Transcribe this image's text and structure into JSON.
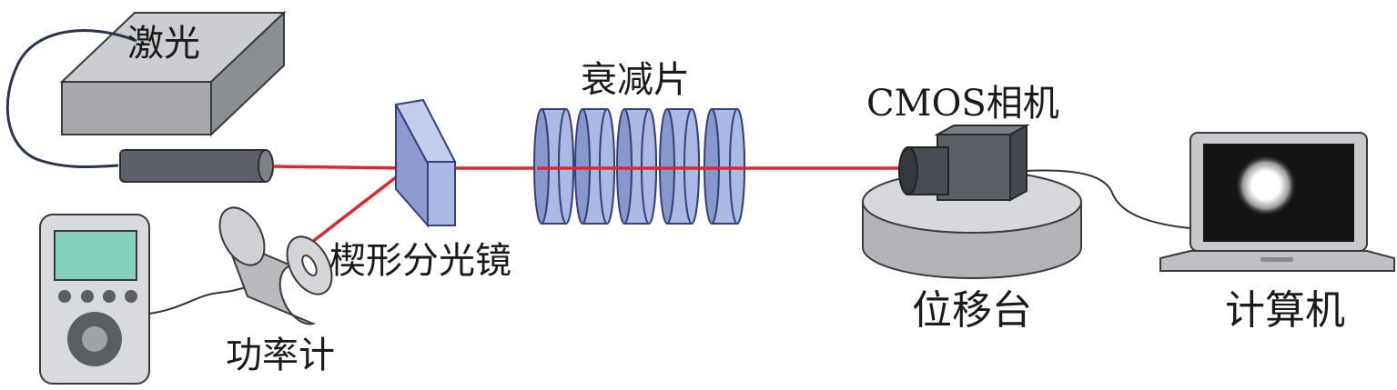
{
  "labels": {
    "laser": "激光",
    "attenuator": "衰减片",
    "camera": "CMOS相机",
    "wedge": "楔形分光镜",
    "stage": "位移台",
    "computer": "计算机",
    "power_meter": "功率计"
  },
  "colors": {
    "beam": "#e0262f",
    "optic_fill": "#aabae4",
    "optic_stroke": "#36407a",
    "laser_box": "#a7a9ad",
    "camera_body": "#5a5f66",
    "meter_screen": "#84d1bd",
    "outline": "#3a3a3a"
  }
}
